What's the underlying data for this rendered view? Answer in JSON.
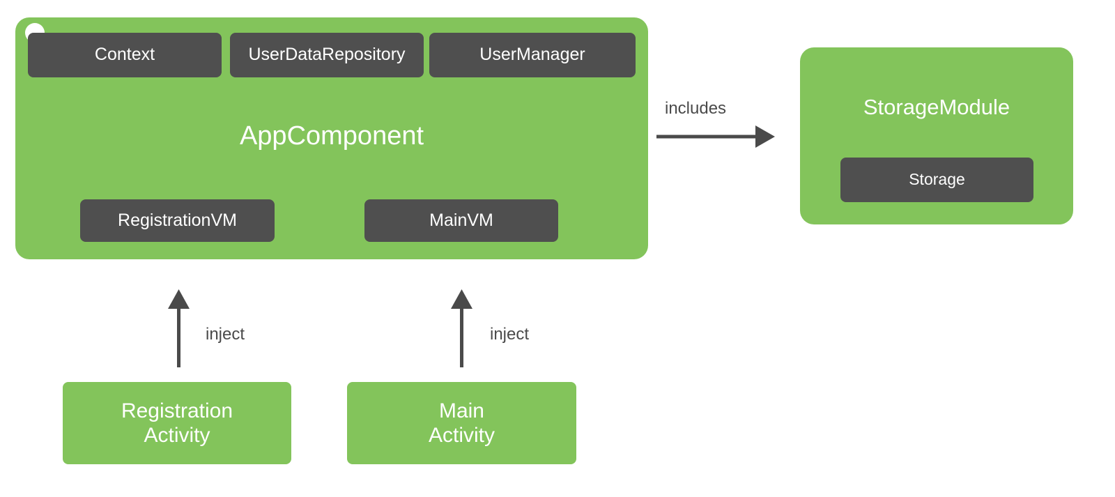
{
  "colors": {
    "green": "#83c45b",
    "dark": "#4f4f4f",
    "arrow": "#4a4a4a",
    "text_on_green": "#ffffff",
    "text_on_dark": "#ffffff",
    "background": "#ffffff"
  },
  "app_component": {
    "title": "AppComponent",
    "entry_point_marker": "white-circle",
    "provided_dependencies": [
      {
        "label": "Context"
      },
      {
        "label": "UserDataRepository"
      },
      {
        "label": "UserManager"
      }
    ],
    "view_models": [
      {
        "label": "RegistrationVM"
      },
      {
        "label": "MainVM"
      }
    ]
  },
  "storage_module": {
    "title": "StorageModule",
    "provides": [
      {
        "label": "Storage"
      }
    ]
  },
  "edges": [
    {
      "id": "includes",
      "label": "includes",
      "from": "AppComponent",
      "to": "StorageModule",
      "direction": "right"
    },
    {
      "id": "inject-registration",
      "label": "inject",
      "from": "RegistrationActivity",
      "to": "AppComponent",
      "direction": "up"
    },
    {
      "id": "inject-main",
      "label": "inject",
      "from": "MainActivity",
      "to": "AppComponent",
      "direction": "up"
    }
  ],
  "activities": [
    {
      "id": "registration-activity",
      "label": "Registration\nActivity"
    },
    {
      "id": "main-activity",
      "label": "Main\nActivity"
    }
  ]
}
